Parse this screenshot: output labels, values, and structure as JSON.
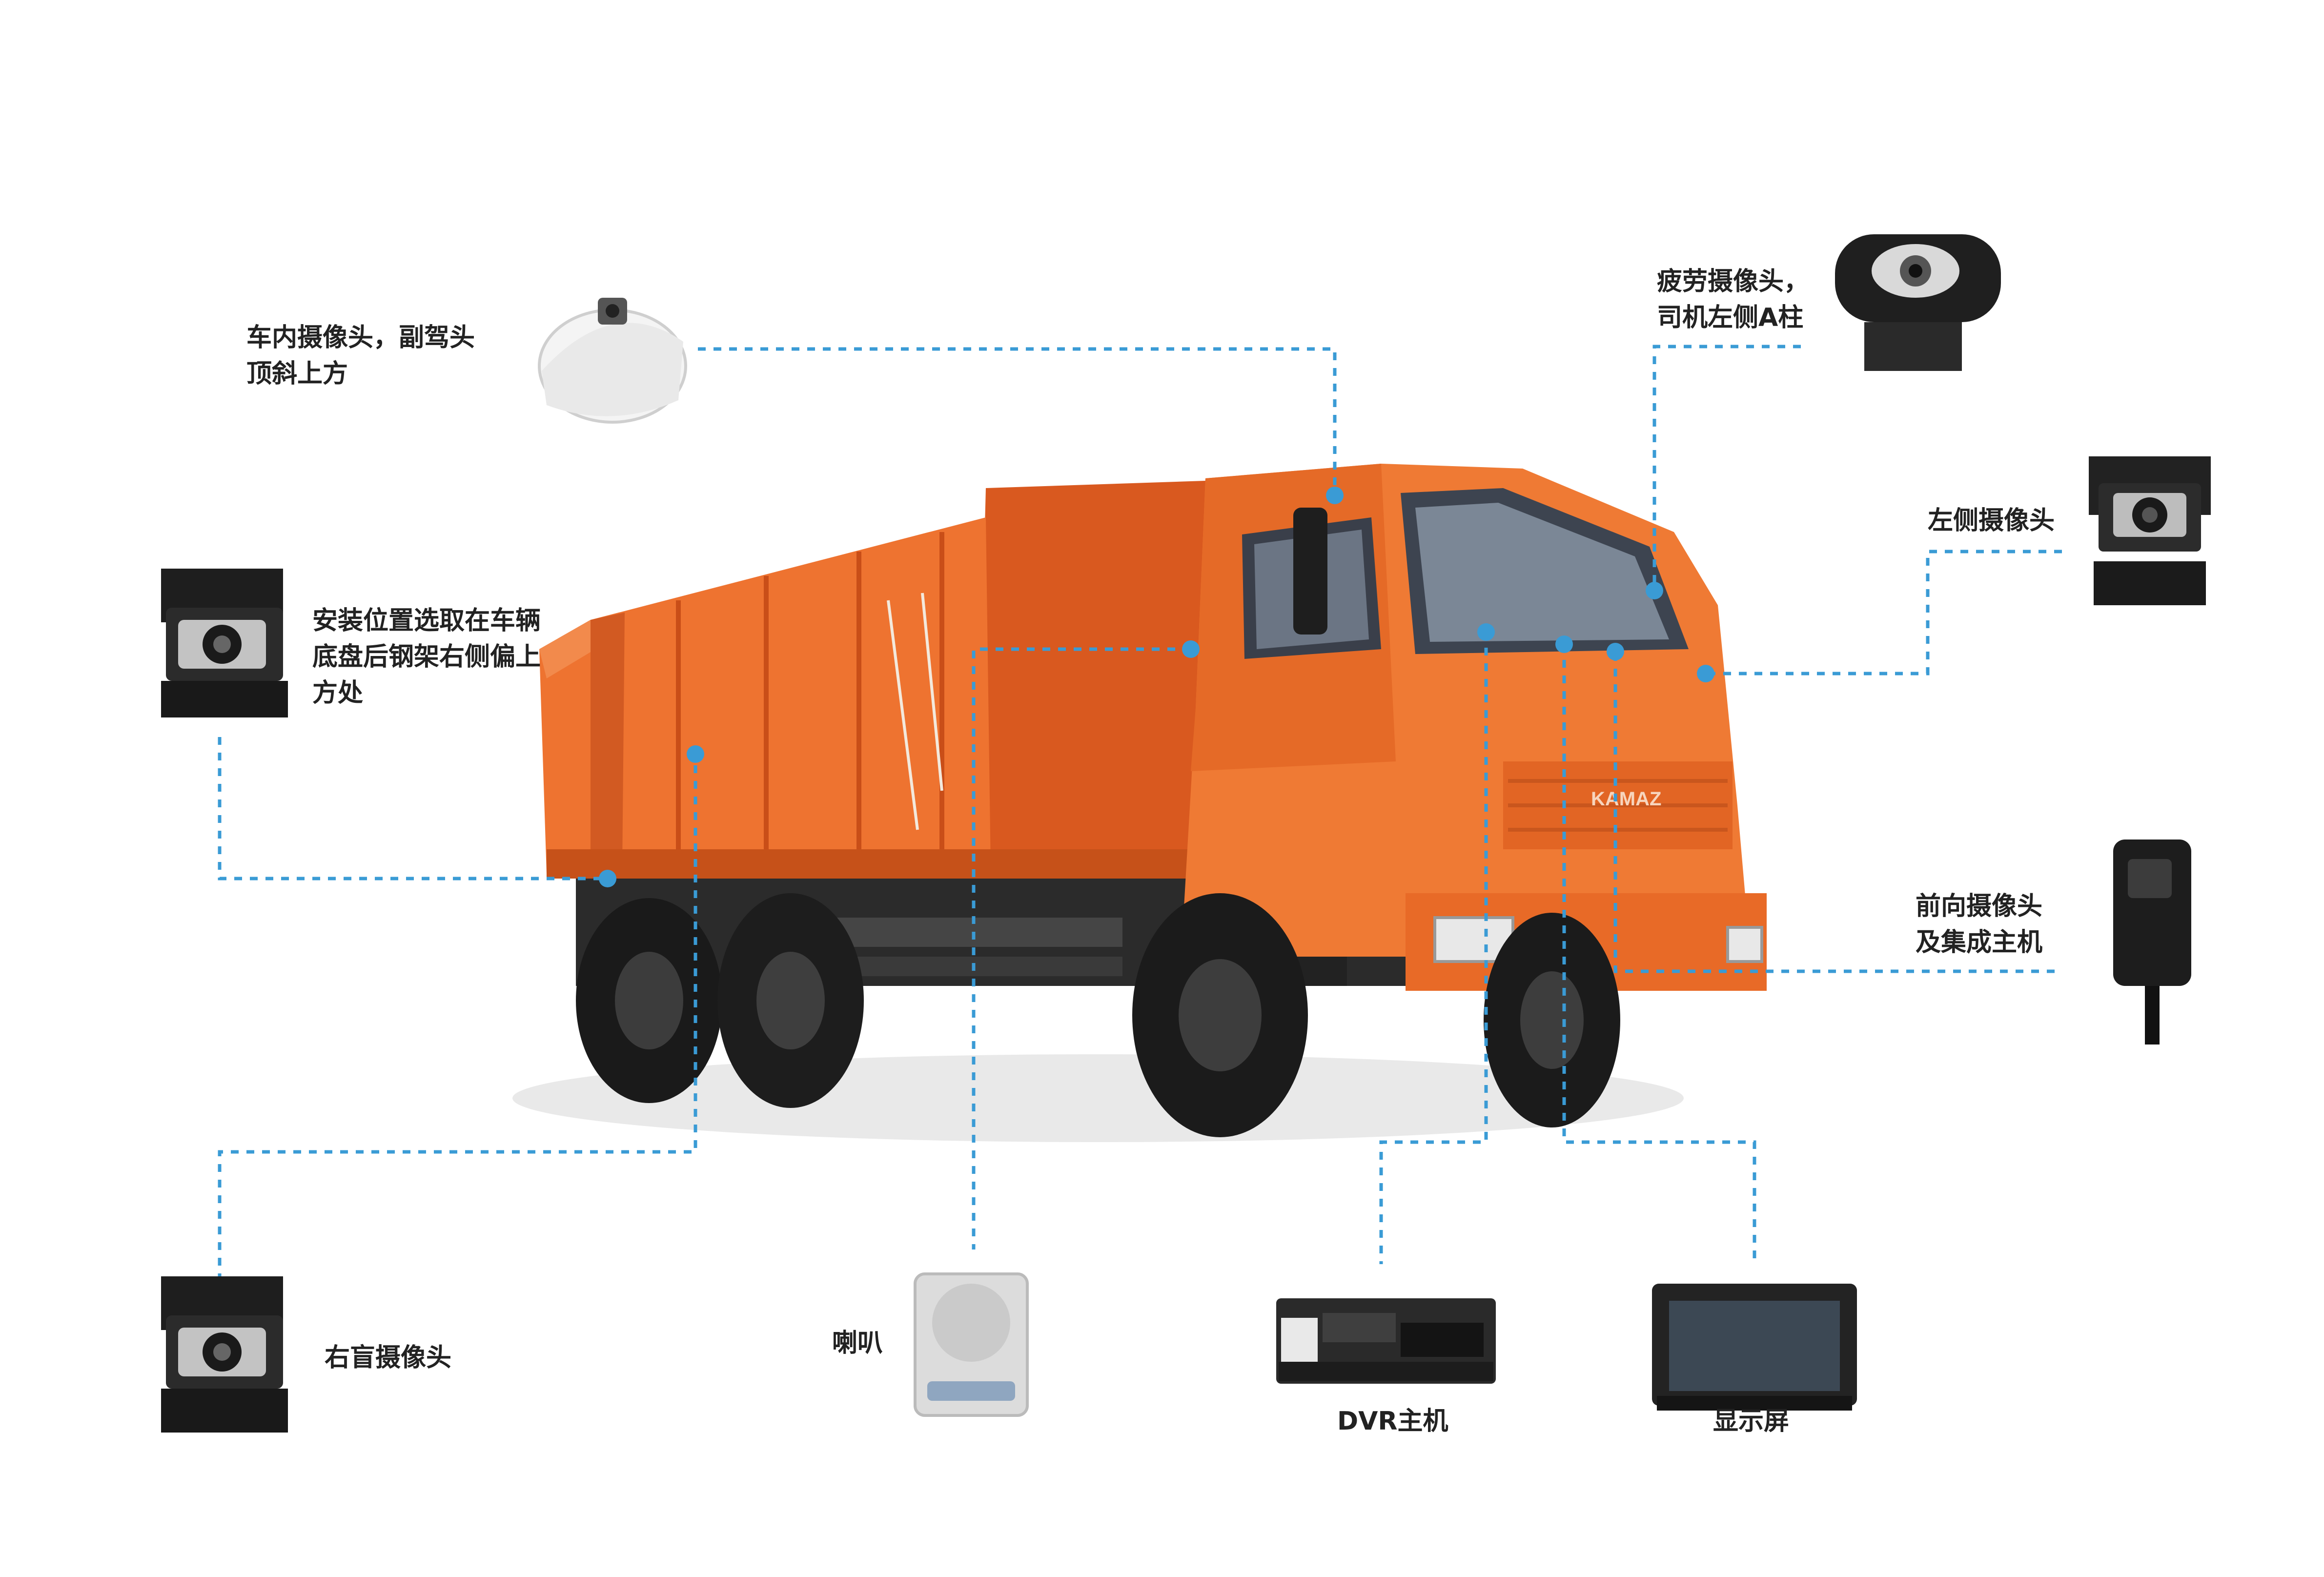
{
  "colors": {
    "truck_body": "#E8692A",
    "truck_dark": "#B5451A",
    "leader_line": "#3A9BD5",
    "label_text": "#222222"
  },
  "labels": {
    "interior_camera": {
      "line1": "车内摄像头，副驾头",
      "line2": "顶斜上方"
    },
    "fatigue_camera": {
      "line1": "疲劳摄像头，",
      "line2": "司机左侧A柱"
    },
    "left_camera": {
      "line1": "左侧摄像头"
    },
    "rear_camera": {
      "line1": "安装位置选取在车辆",
      "line2": "底盘后钢架右侧偏上",
      "line3": "方处"
    },
    "front_camera": {
      "line1": "前向摄像头",
      "line2": "及集成主机"
    },
    "right_blind_camera": {
      "line1": "右盲摄像头"
    },
    "speaker": {
      "line1": "喇叭"
    },
    "dvr": {
      "line1": "DVR主机"
    },
    "display": {
      "line1": "显示屏"
    }
  },
  "truck": {
    "brand": "KAMAZ"
  }
}
